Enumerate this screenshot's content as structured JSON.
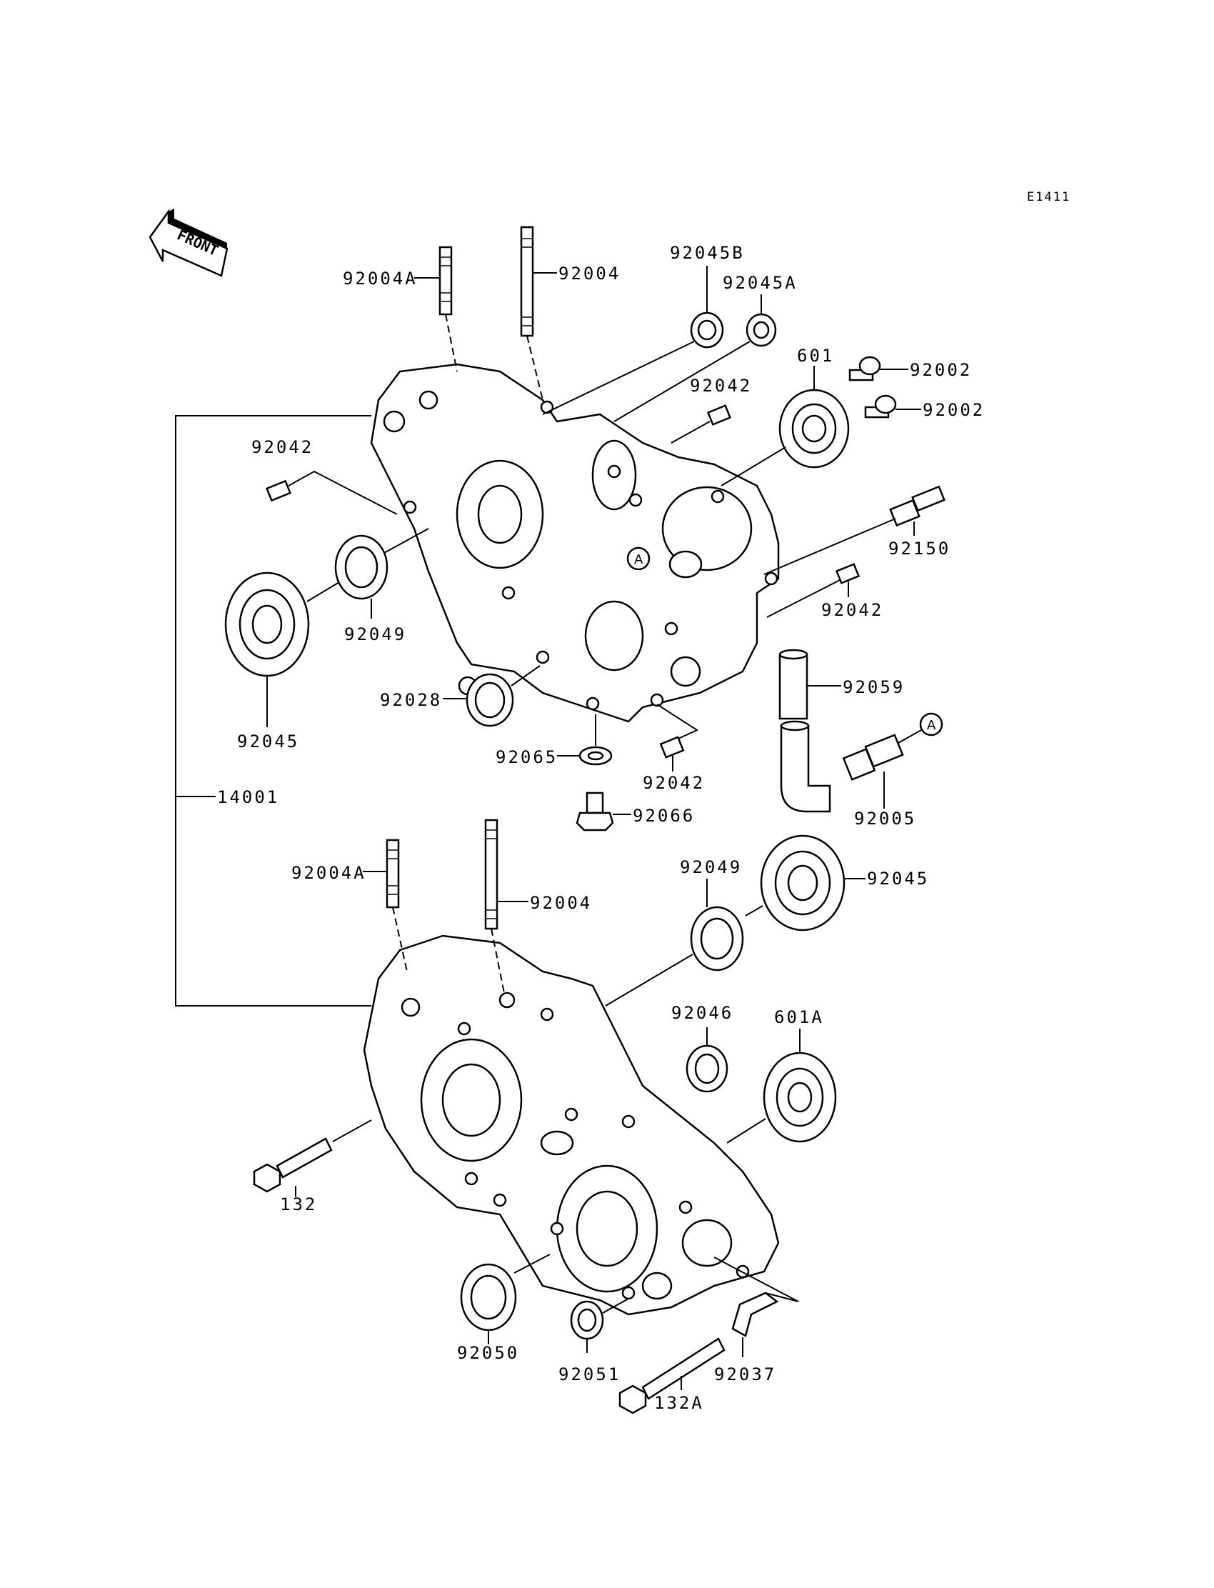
{
  "diagram_code": "E1411",
  "front_label": "FRONT",
  "ref_marker": "A",
  "parts": {
    "upper_stud_a": "92004A",
    "upper_stud": "92004",
    "seal_45b": "92045B",
    "seal_45a": "92045A",
    "bearing_601": "601",
    "bolt_92002_a": "92002",
    "bolt_92002_b": "92002",
    "dowel_upper_mid": "92042",
    "dowel_upper_left": "92042",
    "fitting_92150": "92150",
    "dowel_right": "92042",
    "bearing_left": "92045",
    "seal_left": "92049",
    "collar_92028": "92028",
    "hose_92059": "92059",
    "fitting_92005": "92005",
    "washer_92065": "92065",
    "dowel_lower": "92042",
    "plug_92066": "92066",
    "crankcase_set": "14001",
    "lower_stud_a": "92004A",
    "lower_stud": "92004",
    "seal_right": "92049",
    "bearing_right": "92045",
    "needle_92046": "92046",
    "bearing_601a": "601A",
    "bolt_132": "132",
    "seal_92050": "92050",
    "seal_92051": "92051",
    "clamp_92037": "92037",
    "bolt_132a": "132A"
  }
}
